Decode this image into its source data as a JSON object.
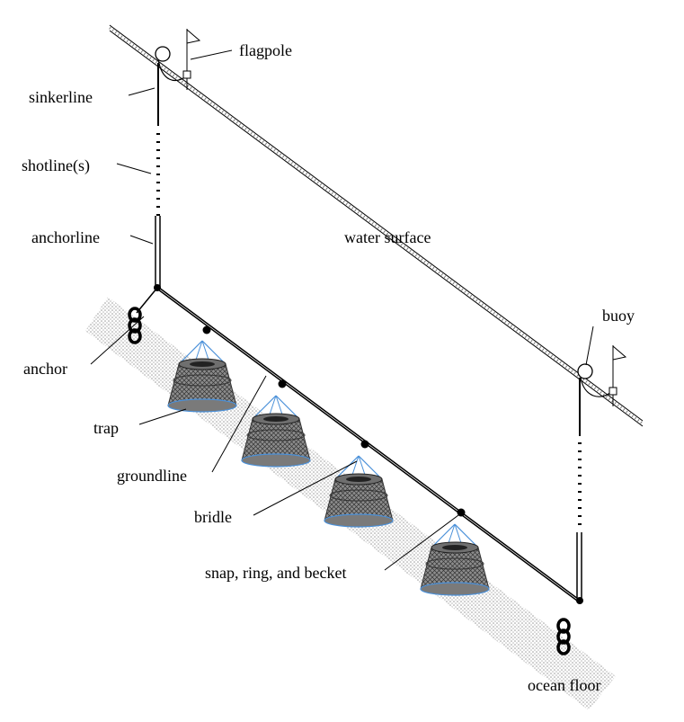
{
  "labels": {
    "flagpole": "flagpole",
    "sinkerline": "sinkerline",
    "shotline": "shotline(s)",
    "anchorline": "anchorline",
    "water_surface": "water surface",
    "buoy": "buoy",
    "anchor": "anchor",
    "trap": "trap",
    "groundline": "groundline",
    "bridle": "bridle",
    "snap": "snap, ring, and becket",
    "ocean_floor": "ocean floor"
  },
  "colors": {
    "line": "#000000",
    "trap_mesh": "#555555",
    "bridle": "#4a90d9",
    "floor_dots": "#9a9a9a"
  },
  "trap_count": 4
}
